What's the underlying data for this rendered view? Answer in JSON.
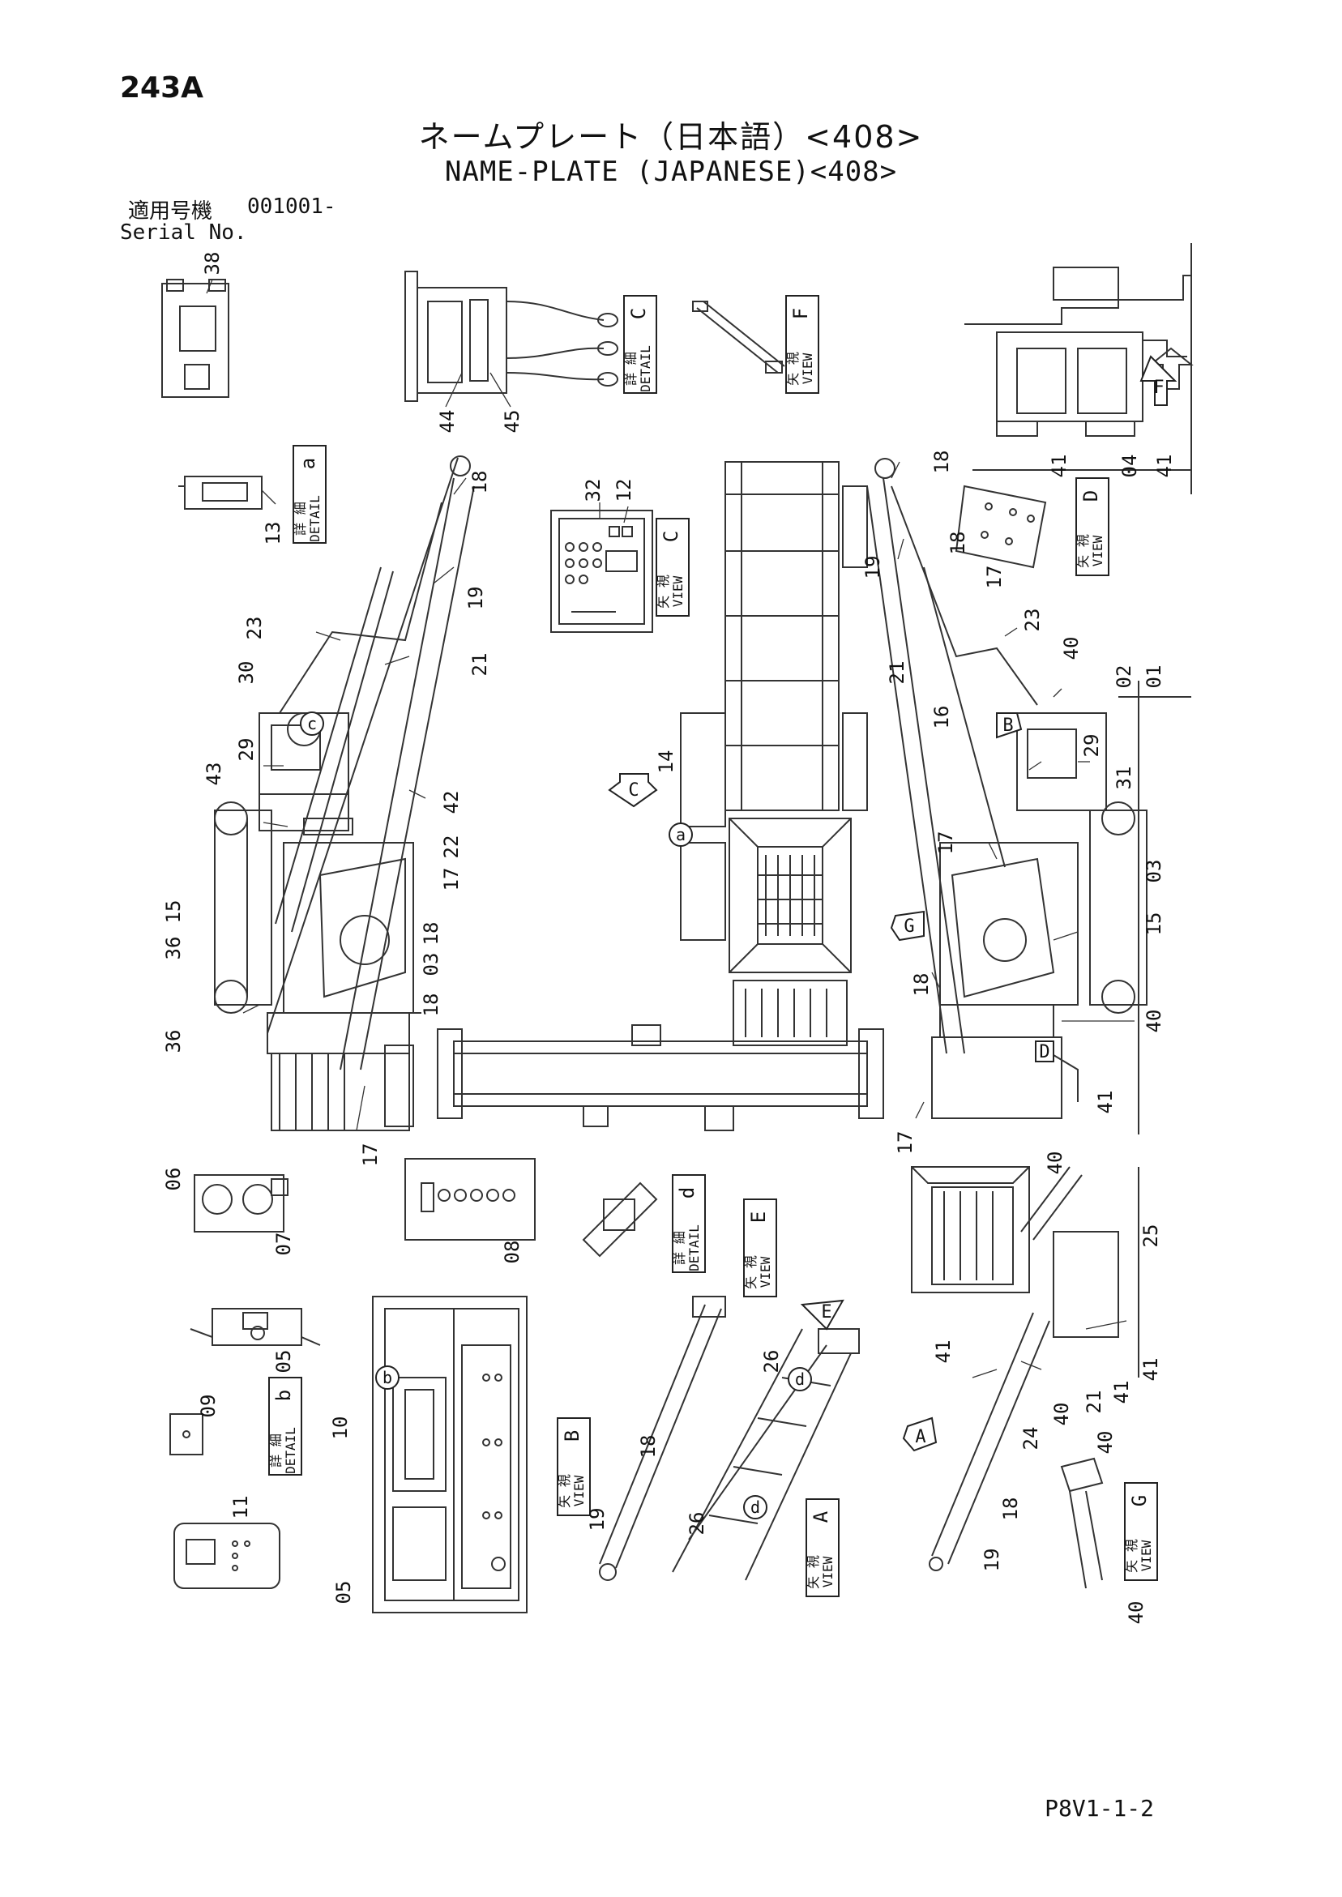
{
  "header": {
    "page_number": "243A",
    "title_jp": "ネームプレート（日本語）<408>",
    "title_en": "NAME-PLATE (JAPANESE)<408>",
    "serial_label_jp": "適用号機",
    "serial_value": "001001-",
    "serial_label_en": "Serial No."
  },
  "footer": {
    "code": "P8V1-1-2"
  },
  "callouts": {
    "c38": "38",
    "c44": "44",
    "c45": "45",
    "c18a": "18",
    "c32": "32",
    "c12": "12",
    "c13": "13",
    "c19a": "19",
    "c23a": "23",
    "c21a": "21",
    "c30": "30",
    "c29a": "29",
    "c43": "43",
    "c42": "42",
    "c22": "22",
    "c17a": "17",
    "c14": "14",
    "c18b": "18",
    "c03a": "03",
    "c18c": "18",
    "c15a": "15",
    "c36a": "36",
    "c36b": "36",
    "c17b": "17",
    "c41a": "41",
    "c04": "04",
    "c41b": "41",
    "c18d": "18",
    "c19b": "19",
    "c18e": "18",
    "c17c": "17",
    "c23b": "23",
    "c40a": "40",
    "c02": "02",
    "c01": "01",
    "c21b": "21",
    "c16": "16",
    "c29b": "29",
    "c31": "31",
    "c17d": "17",
    "c03b": "03",
    "c15b": "15",
    "c18f": "18",
    "c40b": "40",
    "c41c": "41",
    "c17e": "17",
    "c06": "06",
    "c07": "07",
    "c08": "08",
    "c05a": "05",
    "c09": "09",
    "c10": "10",
    "c11": "11",
    "c05b": "05",
    "c26a": "26",
    "c26b": "26",
    "c18g": "18",
    "c19c": "19",
    "c40c": "40",
    "c25": "25",
    "c41d": "41",
    "c41e": "41",
    "c41f": "41",
    "c21c": "21",
    "c40d": "40",
    "c24": "24",
    "c18h": "18",
    "c19d": "19",
    "c40e": "40",
    "c40f": "40"
  },
  "detail_boxes": {
    "det_c": {
      "kanji": "詳 細",
      "label": "DETAIL",
      "letter": "C"
    },
    "det_a": {
      "kanji": "詳 細",
      "label": "DETAIL",
      "letter": "a"
    },
    "det_b": {
      "kanji": "詳 細",
      "label": "DETAIL",
      "letter": "b"
    },
    "det_d": {
      "kanji": "詳 細",
      "label": "DETAIL",
      "letter": "d"
    }
  },
  "view_boxes": {
    "view_f": {
      "kanji": "矢 視",
      "label": "VIEW",
      "letter": "F"
    },
    "view_c": {
      "kanji": "矢 視",
      "label": "VIEW",
      "letter": "C"
    },
    "view_d": {
      "kanji": "矢 視",
      "label": "VIEW",
      "letter": "D"
    },
    "view_e": {
      "kanji": "矢 視",
      "label": "VIEW",
      "letter": "E"
    },
    "view_b": {
      "kanji": "矢 視",
      "label": "VIEW",
      "letter": "B"
    },
    "view_a": {
      "kanji": "矢 視",
      "label": "VIEW",
      "letter": "A"
    },
    "view_g": {
      "kanji": "矢 視",
      "label": "VIEW",
      "letter": "G"
    }
  },
  "view_arrows": {
    "arr_c": "C",
    "arr_f": "F",
    "arr_b": "B",
    "arr_g": "G",
    "arr_d": "D",
    "arr_a": "A",
    "arr_e": "E"
  },
  "detail_circles": {
    "circ_c": "c",
    "circ_a": "a",
    "circ_b": "b",
    "circ_d1": "d",
    "circ_d2": "d"
  }
}
